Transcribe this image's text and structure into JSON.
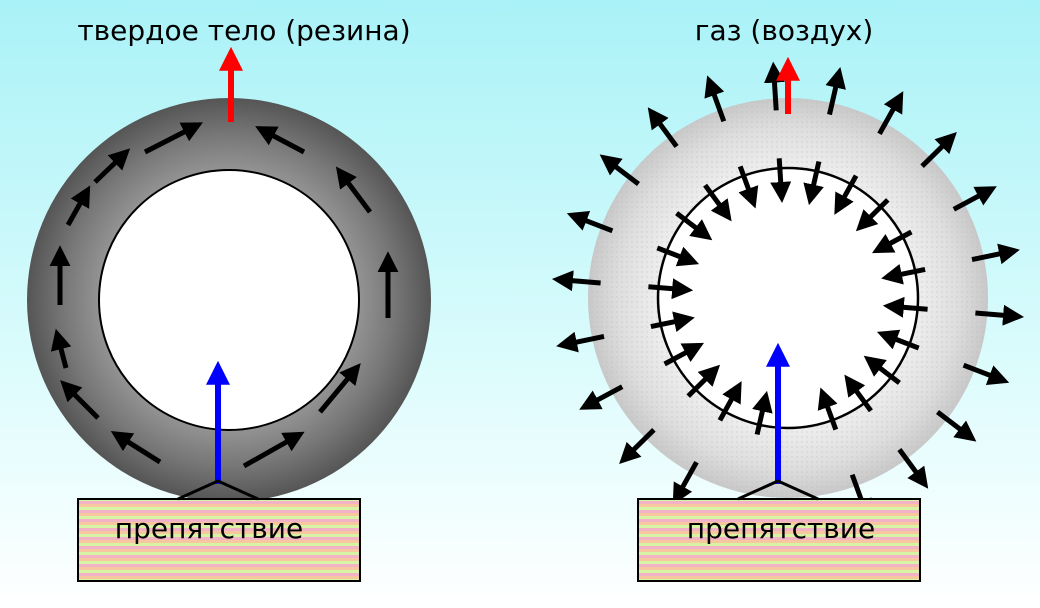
{
  "panels": {
    "solid": {
      "title": "твердое тело (резина)",
      "obstacle_label": "препятствие"
    },
    "gas": {
      "title": "газ (воздух)",
      "obstacle_label": "препятствие"
    }
  },
  "colors": {
    "background_top": "#a9f2f7",
    "background_bottom": "#ffffff",
    "rubber": "#6e6e6e",
    "gas_fill": "#dcdcdc",
    "force_arrow": "#ff0000",
    "support_arrow": "#0000ff",
    "stress_arrow": "#000000"
  }
}
